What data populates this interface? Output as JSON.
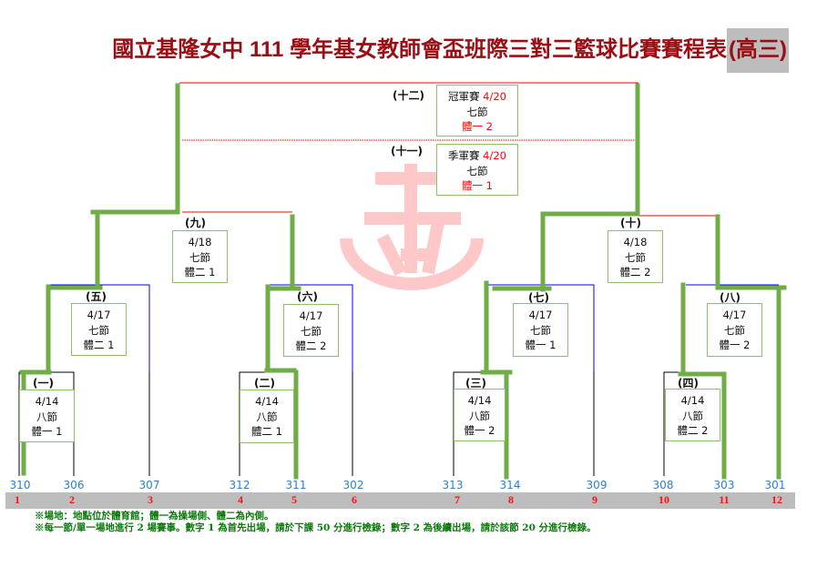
{
  "title": {
    "main": "國立基隆女中 111 學年基女教師會盃班際三對三籃球比賽賽程表",
    "highlight": "(高三)"
  },
  "matches": {
    "m12": {
      "label": "(十二)",
      "name": "冠軍賽",
      "date": "4/20",
      "period": "七節",
      "court": "體一 2"
    },
    "m11": {
      "label": "(十一)",
      "name": "季軍賽",
      "date": "4/20",
      "period": "七節",
      "court": "體一 1"
    },
    "m9": {
      "label": "(九)",
      "date": "4/18",
      "period": "七節",
      "court": "體二 1"
    },
    "m10": {
      "label": "(十)",
      "date": "4/18",
      "period": "七節",
      "court": "體二 2"
    },
    "m5": {
      "label": "(五)",
      "date": "4/17",
      "period": "七節",
      "court": "體二 1"
    },
    "m6": {
      "label": "(六)",
      "date": "4/17",
      "period": "七節",
      "court": "體二 2"
    },
    "m7": {
      "label": "(七)",
      "date": "4/17",
      "period": "七節",
      "court": "體一 1"
    },
    "m8": {
      "label": "(八)",
      "date": "4/17",
      "period": "七節",
      "court": "體一 2"
    },
    "m1": {
      "label": "(一)",
      "date": "4/14",
      "period": "八節",
      "court": "體一 1"
    },
    "m2": {
      "label": "(二)",
      "date": "4/14",
      "period": "八節",
      "court": "體二 1"
    },
    "m3": {
      "label": "(三)",
      "date": "4/14",
      "period": "八節",
      "court": "體一 2"
    },
    "m4": {
      "label": "(四)",
      "date": "4/14",
      "period": "八節",
      "court": "體二 2"
    }
  },
  "teams": [
    "310",
    "306",
    "307",
    "312",
    "311",
    "302",
    "313",
    "314",
    "309",
    "308",
    "303",
    "301"
  ],
  "seeds": [
    "1",
    "2",
    "3",
    "4",
    "5",
    "6",
    "7",
    "8",
    "9",
    "10",
    "11",
    "12"
  ],
  "notes": [
    "※場地：地點位於體育館；體一為操場側、體二為內側。",
    "※每一節/單一場地進行 2 場賽事。數字 1 為首先出場，請於下課 50 分進行檢錄；數字 2 為後續出場，請於該節 20 分進行檢錄。"
  ],
  "colors": {
    "title": "#9b0d12",
    "winner_path": "#70ad47",
    "final_line": "#ff0000",
    "quarter_line": "#0000ff",
    "team": "#2a7fd0",
    "seed": "#ff1010",
    "note": "#0a7a0a"
  }
}
